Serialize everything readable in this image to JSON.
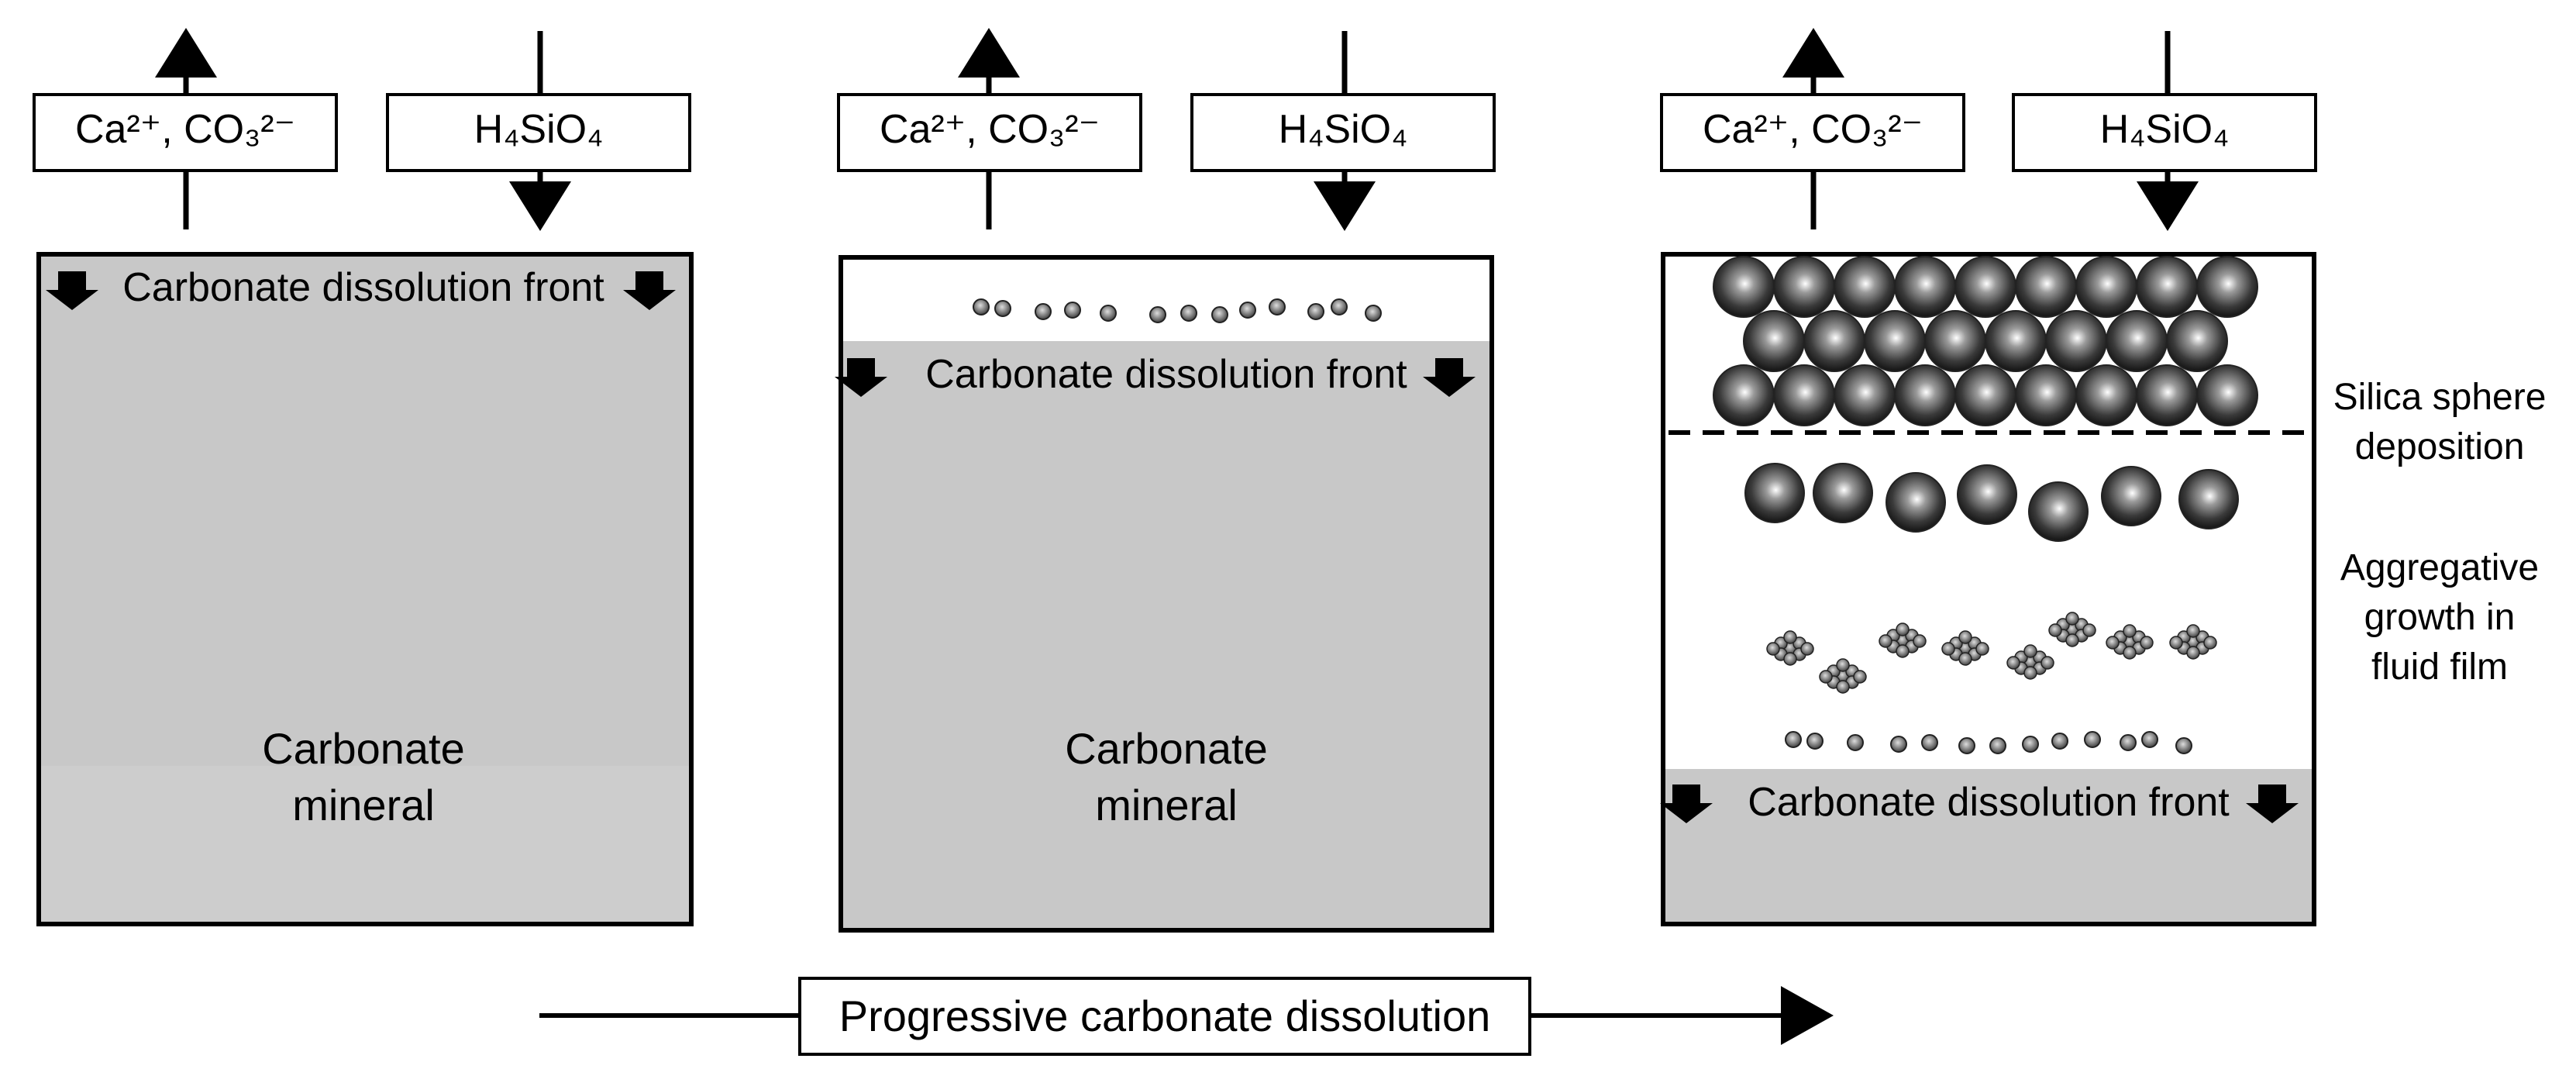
{
  "panels": [
    {
      "ion_label": "Ca²⁺, CO₃²⁻",
      "silica_label": "H₄SiO₄",
      "front_label": "Carbonate dissolution front",
      "mineral_label": [
        "Carbonate",
        "mineral"
      ]
    },
    {
      "ion_label": "Ca²⁺, CO₃²⁻",
      "silica_label": "H₄SiO₄",
      "front_label": "Carbonate dissolution front",
      "mineral_label": [
        "Carbonate",
        "mineral"
      ]
    },
    {
      "ion_label": "Ca²⁺, CO₃²⁻",
      "silica_label": "H₄SiO₄",
      "front_label": "Carbonate dissolution front",
      "side_labels": {
        "deposition": [
          "Silica sphere",
          "deposition"
        ],
        "aggregation": [
          "Aggregative",
          "growth in",
          "fluid film"
        ]
      }
    }
  ],
  "bottom_label": "Progressive carbonate dissolution",
  "colors": {
    "mineral_fill": "#c8c8c8",
    "mineral_lower": "#cdcdcd",
    "outline": "#000000",
    "sphere_dark": "#111111",
    "sphere_light": "#ffffff"
  },
  "icons": [
    "arrow-up-icon",
    "arrow-down-icon",
    "front-arrow-icon",
    "silica-sphere-icon",
    "aggregate-icon"
  ]
}
